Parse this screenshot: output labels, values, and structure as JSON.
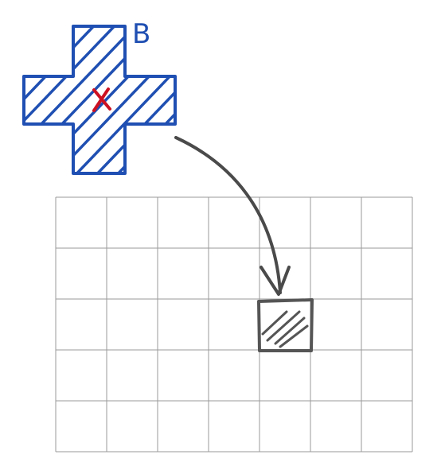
{
  "piece": {
    "label": "B",
    "shape": "plus",
    "stroke_color": "#1f4fb2",
    "hatch_color": "#1f4fb2",
    "center_marker": "x-mark",
    "marker_color": "#cc1122"
  },
  "grid": {
    "columns": 7,
    "rows": 5,
    "line_color": "#9a9a9a",
    "highlighted_cell": {
      "column": 5,
      "row": 3
    },
    "cell_color": "#555555"
  },
  "arrow": {
    "from": "piece",
    "to": "highlighted-cell",
    "color": "#4a4a4a"
  }
}
